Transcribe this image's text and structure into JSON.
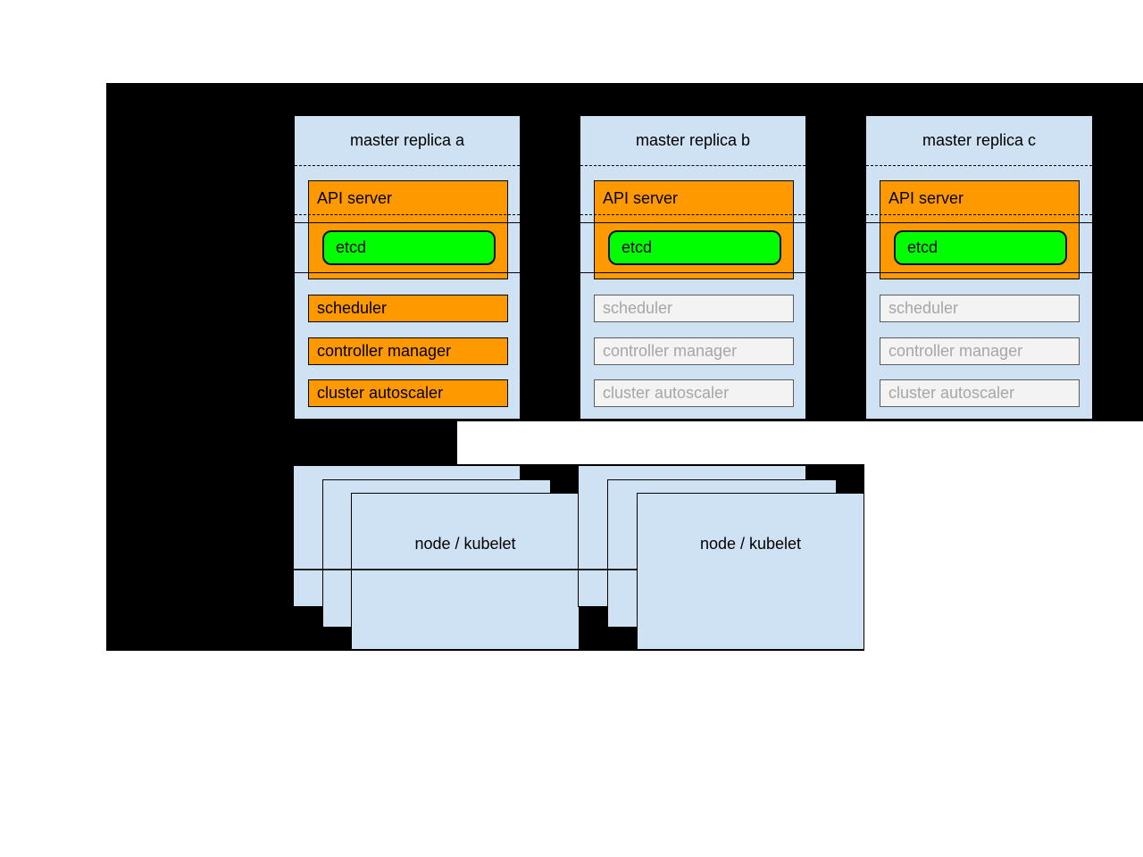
{
  "masters": [
    {
      "title": "master replica a",
      "state": "active",
      "components": {
        "api_server": "API server",
        "etcd": "etcd",
        "scheduler": "scheduler",
        "controller_manager": "controller manager",
        "cluster_autoscaler": "cluster autoscaler"
      }
    },
    {
      "title": "master replica b",
      "state": "standby",
      "components": {
        "api_server": "API server",
        "etcd": "etcd",
        "scheduler": "scheduler",
        "controller_manager": "controller manager",
        "cluster_autoscaler": "cluster autoscaler"
      }
    },
    {
      "title": "master replica c",
      "state": "standby",
      "components": {
        "api_server": "API server",
        "etcd": "etcd",
        "scheduler": "scheduler",
        "controller_manager": "controller manager",
        "cluster_autoscaler": "cluster autoscaler"
      }
    }
  ],
  "node_stacks": [
    {
      "label": "node / kubelet"
    },
    {
      "label": "node / kubelet"
    }
  ],
  "colors": {
    "background": "#000000",
    "panel_blue": "#cfe2f3",
    "active_orange": "#ff9900",
    "etcd_green": "#00ff00",
    "standby_fill": "#f3f3f3",
    "standby_text": "#a6a6a6"
  }
}
